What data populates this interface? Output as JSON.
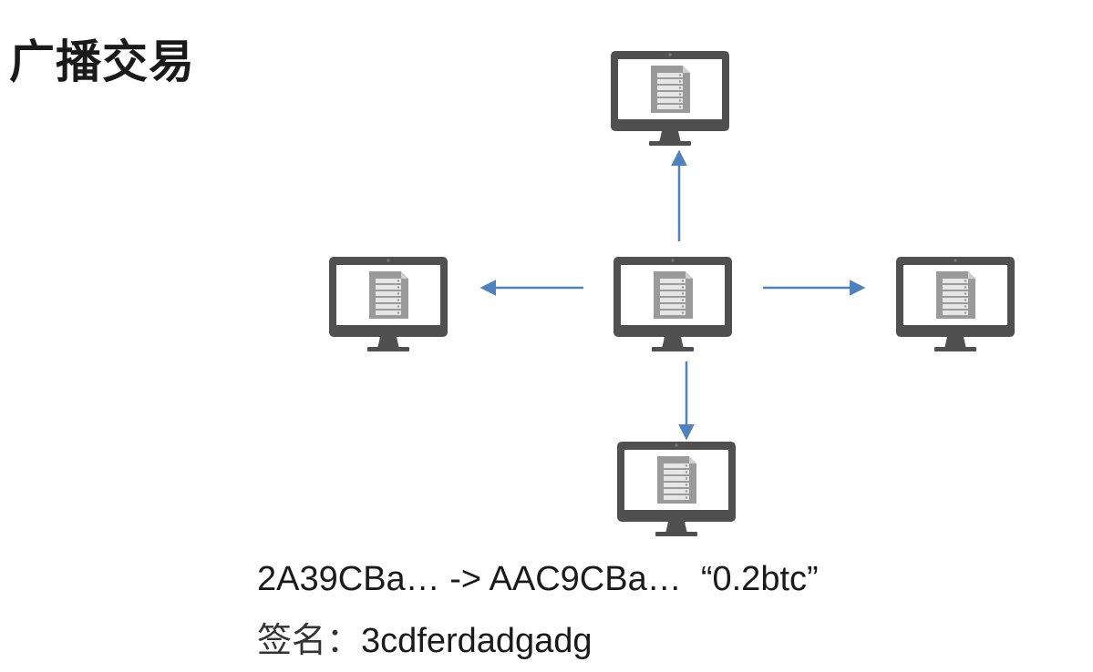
{
  "slide": {
    "title": "广播交易"
  },
  "diagram": {
    "center_node": "computer-center",
    "nodes": [
      "computer-top",
      "computer-left",
      "computer-right",
      "computer-bottom"
    ],
    "colors": {
      "monitor": "#505050",
      "server": "#9a9a9a",
      "arrow": "#4f81bd"
    }
  },
  "caption": {
    "transaction": "2A39CBa… -> AAC9CBa…  “0.2btc”",
    "signature_label": "签名：",
    "signature_value": "3cdferdadgadg"
  }
}
